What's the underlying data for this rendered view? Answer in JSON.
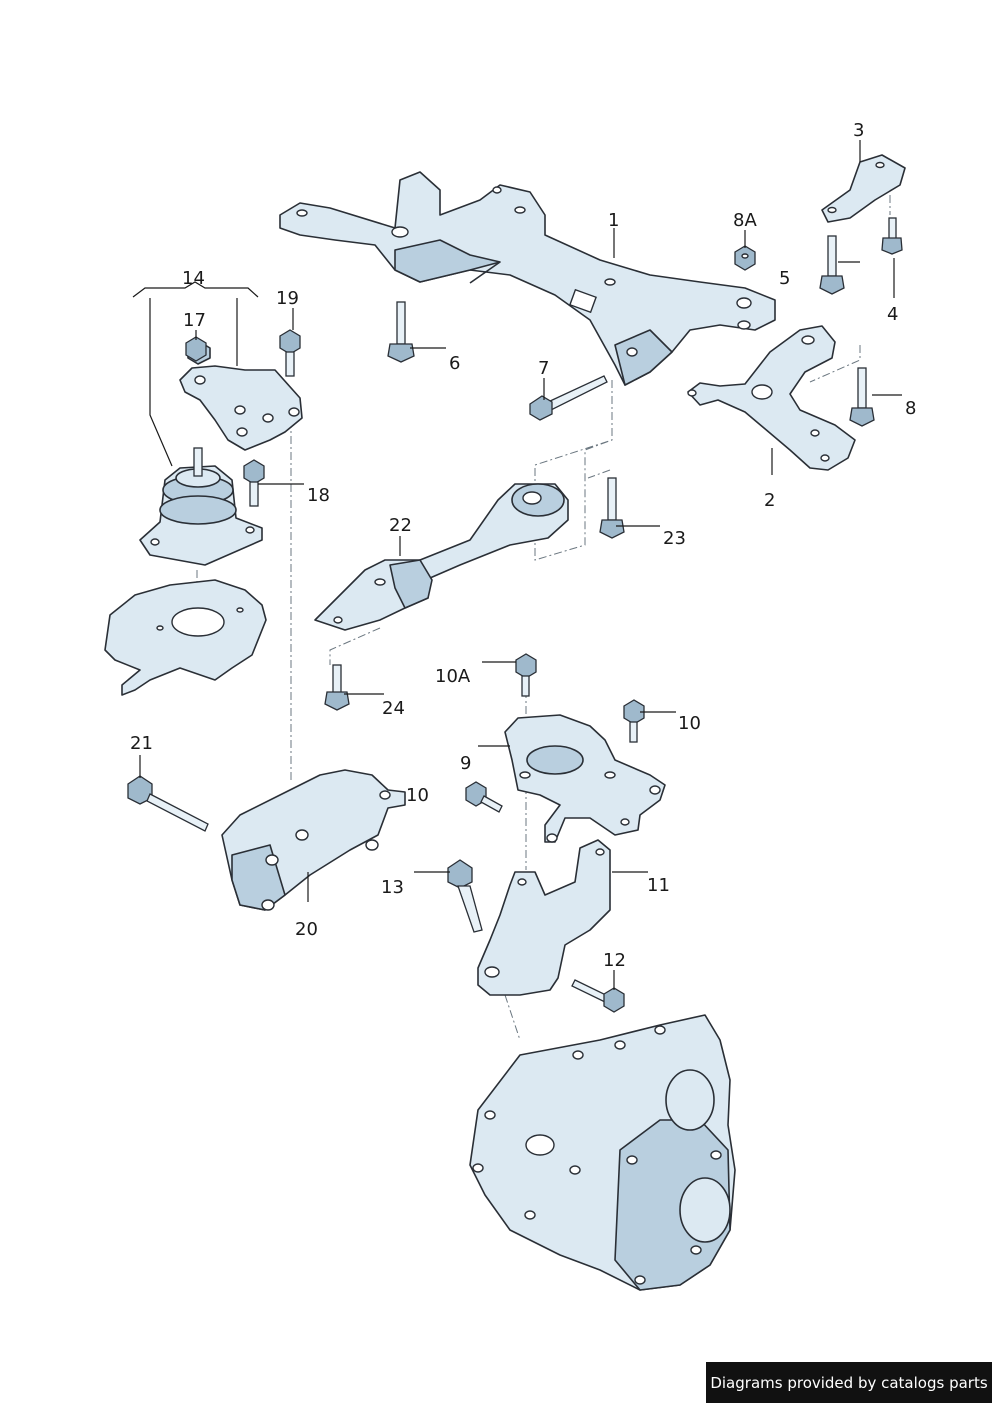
{
  "diagram": {
    "callouts": {
      "c1": "1",
      "c2": "2",
      "c3": "3",
      "c4": "4",
      "c5": "5",
      "c6": "6",
      "c7": "7",
      "c8": "8",
      "c8a": "8A",
      "c9": "9",
      "c10a": "10A",
      "c10_right": "10",
      "c10_left": "10",
      "c11": "11",
      "c12": "12",
      "c13": "13",
      "c14": "14",
      "c17": "17",
      "c18": "18",
      "c19": "19",
      "c20": "20",
      "c21": "21",
      "c22": "22",
      "c23": "23",
      "c24": "24"
    }
  },
  "footer": {
    "credit": "Diagrams provided by catalogs parts"
  },
  "colors": {
    "part_fill": "#dce9f2",
    "part_shade": "#b9cfdf",
    "outline": "#2a2f36",
    "credit_bg": "#111111"
  }
}
